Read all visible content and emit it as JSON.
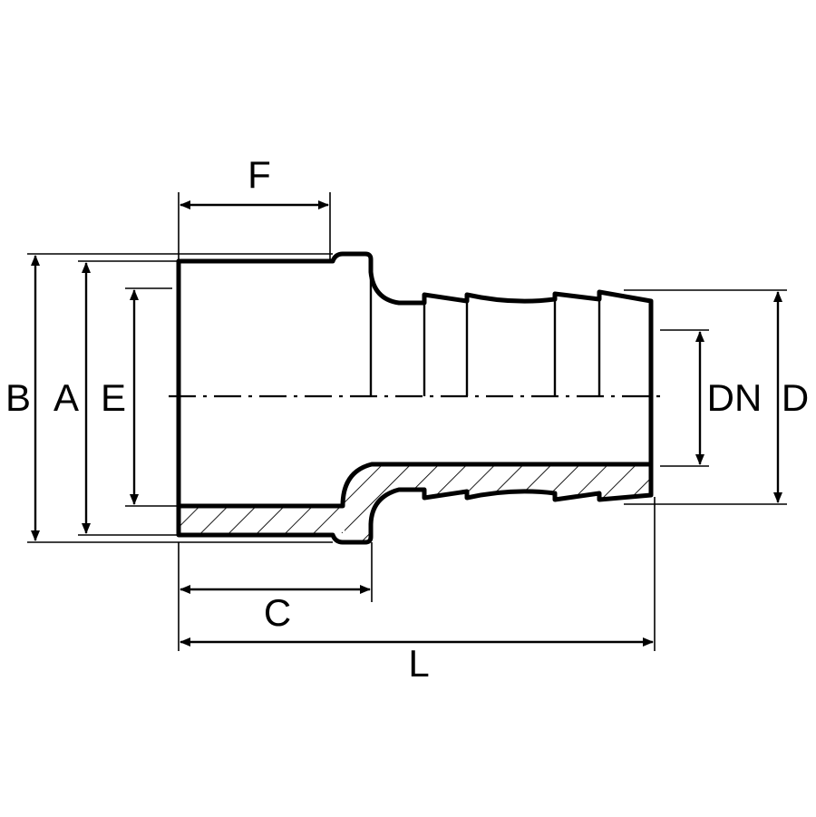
{
  "labels": {
    "F": "F",
    "B": "B",
    "A": "A",
    "E": "E",
    "DN": "DN",
    "D": "D",
    "C": "C",
    "L": "L"
  }
}
